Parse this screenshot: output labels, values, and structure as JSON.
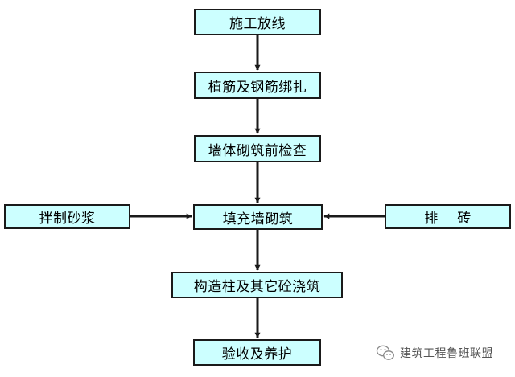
{
  "flowchart": {
    "steps": {
      "stakeout": "施工放线",
      "rebar_planting": "植筋及钢筋绑扎",
      "pre_check": "墙体砌筑前检查",
      "infill": "填充墙砌筑",
      "columns_pour": "构造柱及其它砼浇筑",
      "acceptance": "验收及养护"
    },
    "inputs": {
      "mortar": "拌制砂浆",
      "brick_layout": "排    砖"
    }
  },
  "watermark": {
    "text": "建筑工程鲁班联盟",
    "icon": "wechat-icon"
  },
  "colors": {
    "box_fill": "#ccffff",
    "box_border": "#1a1a1a",
    "arrow": "#1a1a1a"
  }
}
